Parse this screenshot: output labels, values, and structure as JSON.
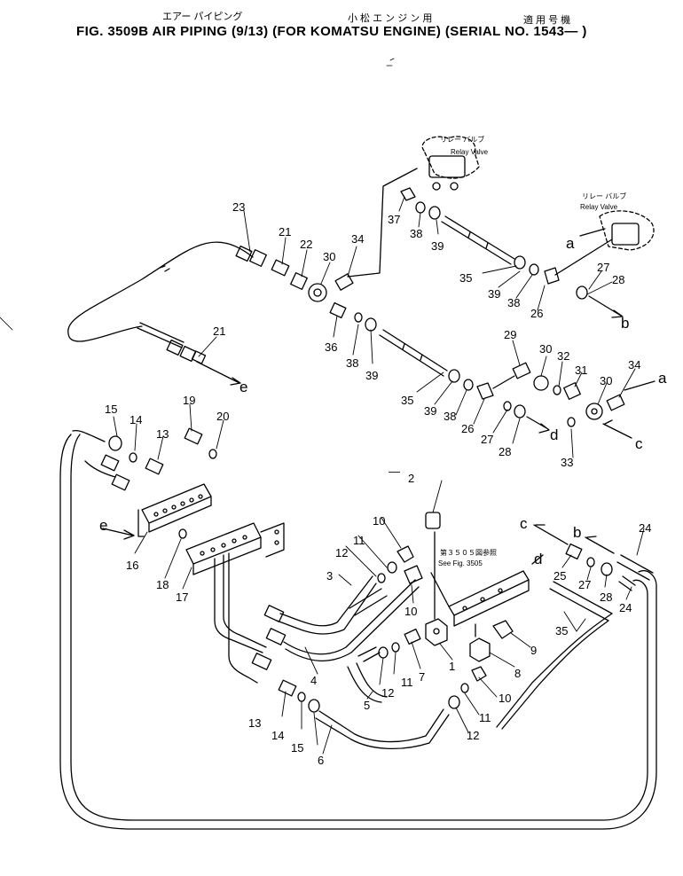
{
  "header": {
    "jp_air_piping": "エアー パイピング",
    "jp_komatsu_engine": "小 松 エ ン ジ ン 用",
    "jp_serial": "適 用 号 機",
    "title": "FIG. 3509B  AIR PIPING (9/13) (FOR KOMATSU ENGINE) (SERIAL NO. 1543— )"
  },
  "notes": {
    "relay_valve_jp": "リレー バルブ",
    "relay_valve_en": "Relay Valve",
    "see_fig_jp": "第３５０５図参照",
    "see_fig_en": "See Fig. 3505"
  },
  "part_labels": {
    "p1": "1",
    "p2": "2",
    "p3": "3",
    "p4": "4",
    "p5": "5",
    "p6": "6",
    "p7": "7",
    "p8": "8",
    "p9": "9",
    "p10a": "10",
    "p10b": "10",
    "p10c": "10",
    "p11a": "11",
    "p11b": "11",
    "p11c": "11",
    "p12a": "12",
    "p12b": "12",
    "p12c": "12",
    "p13a": "13",
    "p13b": "13",
    "p14a": "14",
    "p14b": "14",
    "p15a": "15",
    "p15b": "15",
    "p16": "16",
    "p17": "17",
    "p18": "18",
    "p19": "19",
    "p20": "20",
    "p21a": "21",
    "p21b": "21",
    "p22": "22",
    "p23": "23",
    "p24a": "24",
    "p24b": "24",
    "p25": "25",
    "p26a": "26",
    "p26b": "26",
    "p27a": "27",
    "p27b": "27",
    "p27c": "27",
    "p28a": "28",
    "p28b": "28",
    "p28c": "28",
    "p29": "29",
    "p30a": "30",
    "p30b": "30",
    "p30c": "30",
    "p31": "31",
    "p32": "32",
    "p33": "33",
    "p34a": "34",
    "p34b": "34",
    "p35a": "35",
    "p35b": "35",
    "p35c": "35",
    "p36": "36",
    "p37": "37",
    "p38a": "38",
    "p38b": "38",
    "p38c": "38",
    "p38d": "38",
    "p39a": "39",
    "p39b": "39",
    "p39c": "39",
    "p39d": "39"
  },
  "connection_letters": {
    "a1": "a",
    "a2": "a",
    "b1": "b",
    "b2": "b",
    "c1": "c",
    "c2": "c",
    "d1": "d",
    "d2": "d",
    "e1": "e",
    "e2": "e"
  },
  "stray_mark": "—"
}
